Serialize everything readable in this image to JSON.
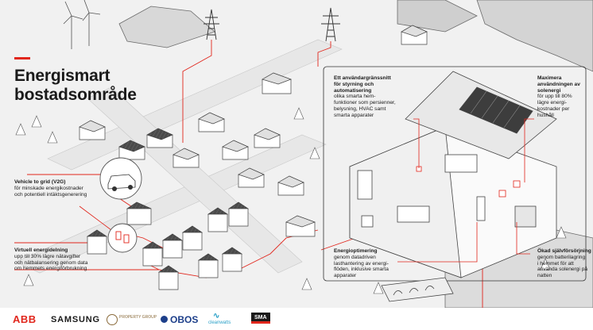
{
  "title": {
    "line1": "Energismart",
    "line2": "bostadsområde"
  },
  "callouts": {
    "v2g": {
      "heading": "Vehicle to grid (V2G)",
      "lines": [
        "för minskade energikostnader",
        "och potentiell intäktsgenerering"
      ]
    },
    "virtual": {
      "heading": "Virtuell energidelning",
      "lines": [
        "upp till 30% lägre nätavgifter",
        "och nätbalansering genom data",
        "om hemmets energiförbrukning"
      ]
    },
    "interface": {
      "heading_lines": [
        "Ett användargränssnitt",
        "för styrning och",
        "automatisering"
      ],
      "lines": [
        "olika smarta hem-",
        "funktioner som persienner,",
        "belysning, HVAC samt",
        "smarta apparater"
      ]
    },
    "solar": {
      "heading_lines": [
        "Maximera",
        "användningen av",
        "solenergi"
      ],
      "lines": [
        "för upp till 80%",
        "lägre energi-",
        "kostnader per",
        "hushåll"
      ]
    },
    "optimization": {
      "heading": "Energioptimering",
      "lines": [
        "genom datadriven",
        "lasthantering av energi-",
        "flöden, inklusive smarta",
        "apparater"
      ]
    },
    "self_supply": {
      "heading": "Ökad självförsörjning",
      "lines": [
        "genom batterilagring",
        "i hemmet för att",
        "använda solenergi på",
        "natten"
      ]
    }
  },
  "logos": {
    "abb": "ABB",
    "samsung": "SAMSUNG",
    "property_group": "PROPERTY GROUP",
    "obos": "OBOS",
    "cleanwatts": "cleanwatts",
    "sma": "SMA"
  },
  "colors": {
    "accent": "#e1261c",
    "line": "#555555",
    "roof_dark": "#4a4a4a",
    "wall": "#ffffff",
    "ground": "#f4f4f4"
  }
}
